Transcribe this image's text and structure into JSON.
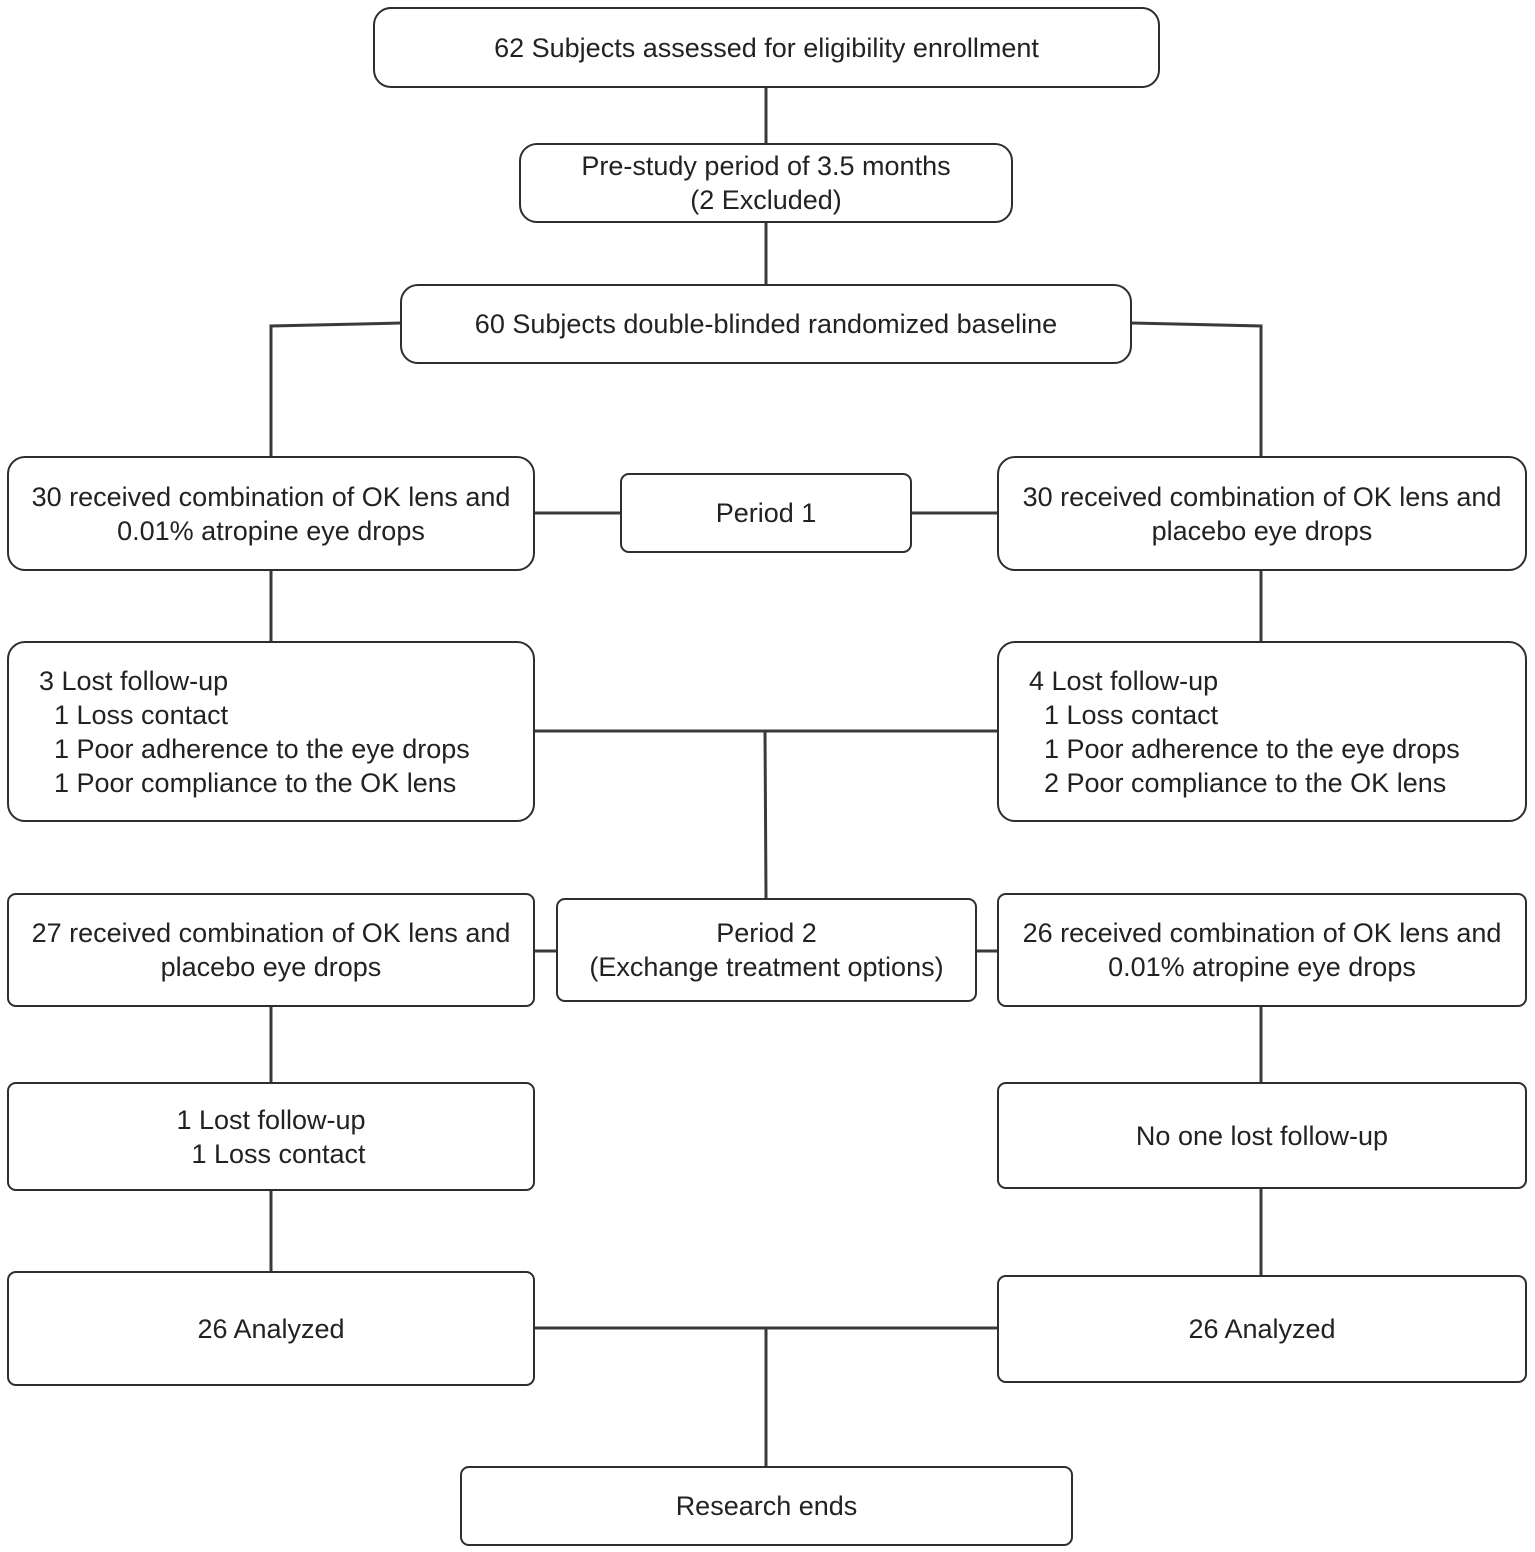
{
  "enrollment": "62 Subjects assessed for eligibility enrollment",
  "prestudy": {
    "line1": "Pre-study period of 3.5 months",
    "line2": "(2 Excluded)"
  },
  "baseline": "60 Subjects double-blinded randomized baseline",
  "period1": {
    "label": "Period 1",
    "left": {
      "line1": "30 received combination of OK lens and",
      "line2": "0.01% atropine eye drops"
    },
    "right": {
      "line1": "30 received combination of OK lens and",
      "line2": "placebo eye drops"
    }
  },
  "lost1": {
    "left": [
      "3 Lost follow-up",
      "  1 Loss contact",
      "  1 Poor adherence to the eye drops",
      "  1 Poor compliance to the OK lens"
    ],
    "right": [
      "4 Lost follow-up",
      "  1 Loss contact",
      "  1 Poor adherence to the eye drops",
      "  2 Poor compliance to the OK lens"
    ]
  },
  "period2": {
    "line1": "Period 2",
    "line2": "(Exchange treatment options)",
    "left": {
      "line1": "27 received combination of OK lens and",
      "line2": "placebo eye drops"
    },
    "right": {
      "line1": "26 received combination of OK lens and",
      "line2": "0.01% atropine eye drops"
    }
  },
  "lost2": {
    "left": [
      "1 Lost follow-up",
      "  1 Loss contact"
    ],
    "right": "No one lost follow-up"
  },
  "analyzed": {
    "left": "26 Analyzed",
    "right": "26 Analyzed"
  },
  "end": "Research ends"
}
